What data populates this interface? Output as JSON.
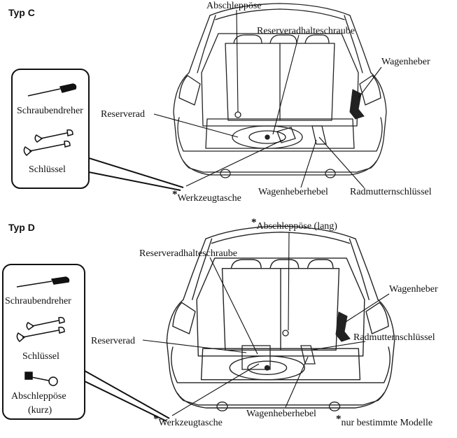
{
  "section_c": {
    "title": "Typ C",
    "tool_box": {
      "screwdriver": "Schraubendreher",
      "wrench": "Schlüssel"
    },
    "labels": {
      "tow_hook": "Abschleppöse",
      "spare_bolt": "Reserveradhalteschraube",
      "jack": "Wagenheber",
      "spare_wheel": "Reserverad",
      "tool_bag": "Werkzeugtasche",
      "jack_lever": "Wagenheberhebel",
      "lug_wrench": "Radmutternschlüssel"
    }
  },
  "section_d": {
    "title": "Typ D",
    "tool_box": {
      "screwdriver": "Schraubendreher",
      "wrench": "Schlüssel",
      "tow_hook_short_1": "Abschleppöse",
      "tow_hook_short_2": "(kurz)"
    },
    "labels": {
      "tow_hook_long": "Abschleppöse (lang)",
      "spare_bolt": "Reserveradhalteschraube",
      "jack": "Wagenheber",
      "lug_wrench": "Radmutternschlüssel",
      "spare_wheel": "Reserverad",
      "tool_bag": "Werkzeugtasche",
      "jack_lever": "Wagenheberhebel"
    }
  },
  "asterisk": "*",
  "footnote": "nur bestimmte Modelle"
}
